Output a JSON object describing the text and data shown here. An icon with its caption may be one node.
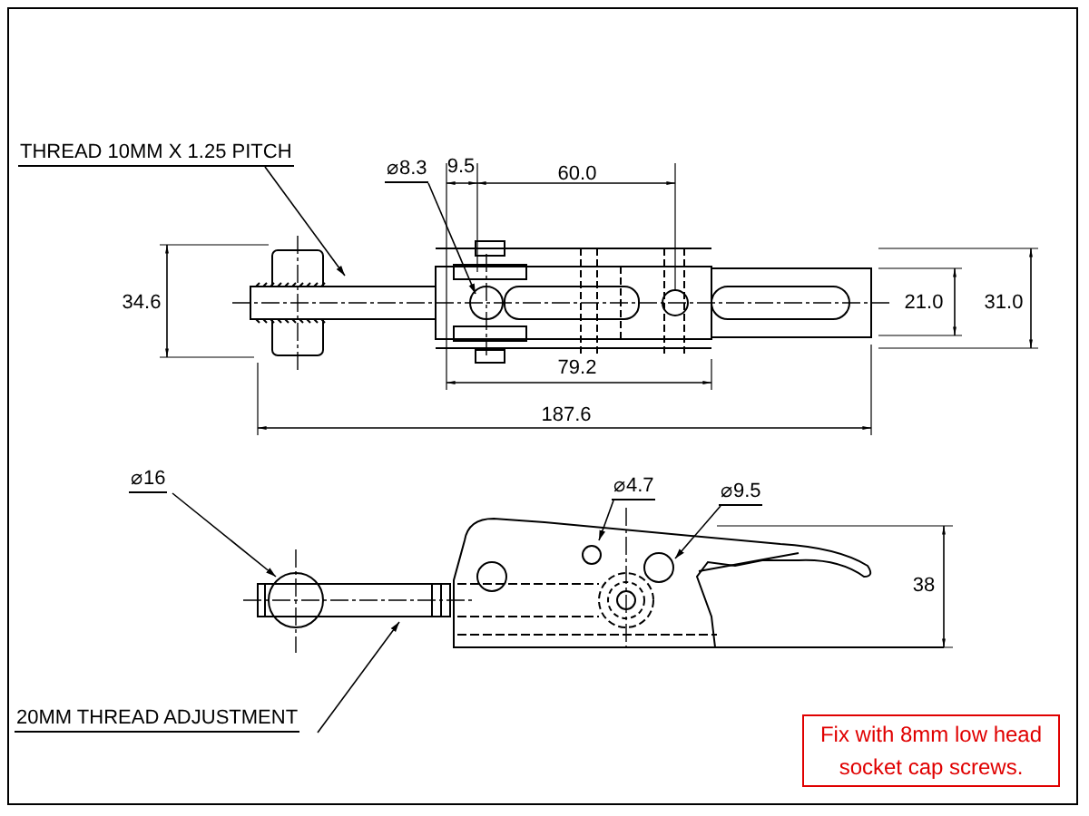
{
  "diagram": {
    "nodes": [
      {
        "text": [
          "THREAD 10MM X 1.25 PITCH"
        ]
      },
      {
        "text": [
          "⌀8.3"
        ]
      },
      {
        "text": [
          "⌀16"
        ]
      },
      {
        "text": [
          "⌀4.7"
        ]
      },
      {
        "text": [
          "⌀9.5"
        ]
      },
      {
        "text": [
          "20MM THREAD ADJUSTMENT"
        ]
      },
      {
        "text": [
          "Fix with 8mm low head socket cap screws."
        ]
      }
    ],
    "edges": [
      {
        "from": 0,
        "to": null,
        "arrow": "to"
      },
      {
        "from": 1,
        "to": null,
        "arrow": "to"
      },
      {
        "from": 2,
        "to": null,
        "arrow": "to"
      },
      {
        "from": 3,
        "to": null,
        "arrow": "to"
      },
      {
        "from": 4,
        "to": null,
        "arrow": "to"
      },
      {
        "from": 5,
        "to": null,
        "arrow": "to"
      }
    ],
    "labels": [
      "9.5",
      "60.0",
      "34.6",
      "21.0",
      "31.0",
      "79.2",
      "187.6",
      "38"
    ]
  }
}
